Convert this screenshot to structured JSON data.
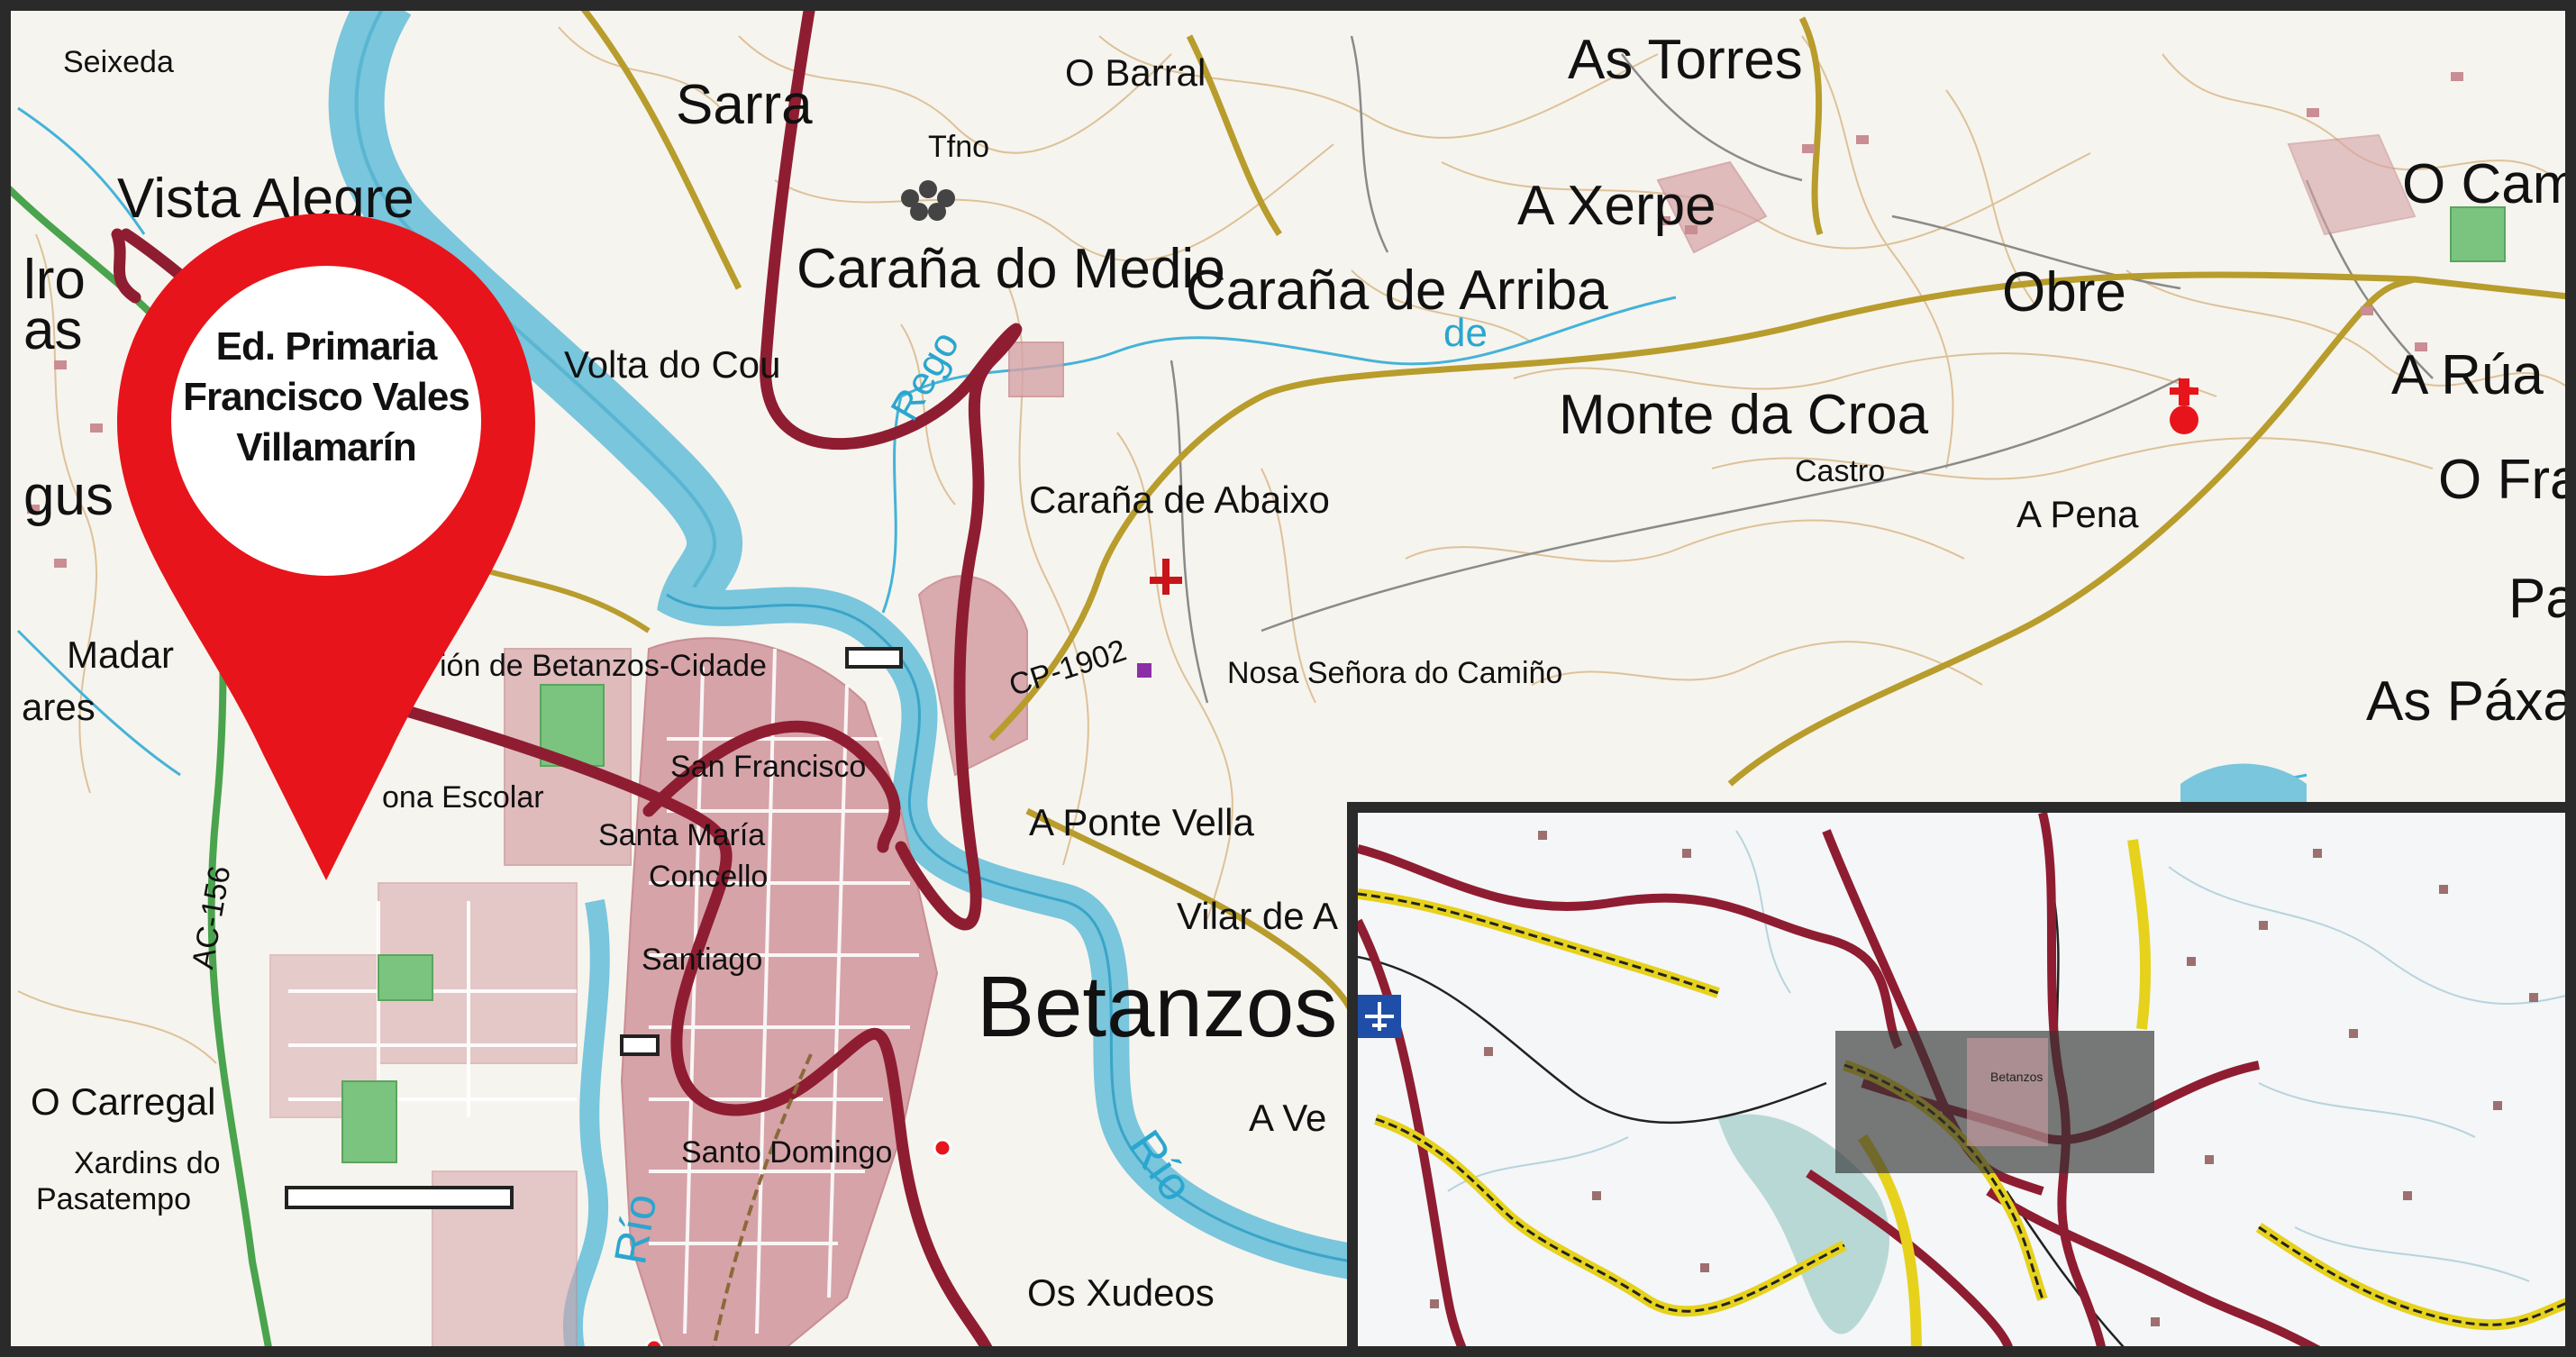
{
  "marker": {
    "line1": "Ed. Primaria",
    "line2": "Francisco Vales",
    "line3": "Villamarín",
    "color": "#e8141b"
  },
  "place_labels": {
    "seixeda": "Seixeda",
    "vista_alegre": "Vista Alegre",
    "sarra": "Sarra",
    "o_barral": "O Barral",
    "as_torres": "As Torres",
    "tfno": "Tfno",
    "a_xerpe": "A Xerpe",
    "o_camp": "O Camp",
    "carana_do_medio": "Caraña do Medio",
    "carana_de_arriba": "Caraña de Arriba",
    "obre": "Obre",
    "volta_do_cou": "Volta do Cou",
    "de": "de",
    "a_rua": "A Rúa",
    "rego": "Rego",
    "monte_da_croa": "Monte da Croa",
    "castro": "Castro",
    "carana_de_abaixo": "Caraña de Abaixo",
    "a_pena": "A Pena",
    "o_fra": "O Fra",
    "pa": "Pa",
    "madar": "Madar",
    "estacion": "ión de Betanzos-Cidade",
    "cp": "CP-1902",
    "nosa_senora": "Nosa Señora do Camiño",
    "as_paxa": "As Páxa",
    "ares": "ares",
    "san_francisco": "San Francisco",
    "zona_escolar": "ona Escolar",
    "santa_maria": "Santa María",
    "a_ponte_vella": "A Ponte Vella",
    "concello": "Concello",
    "vilar_de_a": "Vilar de A",
    "santiago": "Santiago",
    "ac156": "AC-156",
    "betanzos": "Betanzos",
    "o_carregal": "O Carregal",
    "a_ve": "A Ve",
    "xardins": "Xardins do",
    "pasatempo": "Pasatempo",
    "santo_domingo": "Santo Domingo",
    "rio_1": "Río",
    "rio_2": "Río",
    "os_xudeos": "Os Xudeos",
    "lro": "lro",
    "as_left": "as",
    "gus": "gus",
    "inset_small": "Betanzos"
  }
}
